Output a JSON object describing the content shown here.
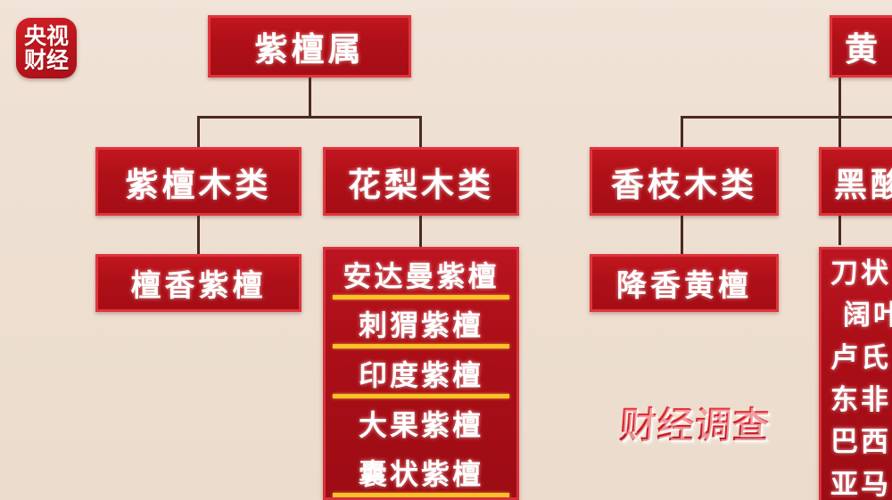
{
  "background_color": "#ecdccd",
  "box_color": "#b01018",
  "box_border_color": "#e0353c",
  "line_color": "#4a2a22",
  "highlight_color": "#f9c22a",
  "logo": {
    "name": "cctv-finance-logo",
    "line1": "央视",
    "line2": "财经"
  },
  "watermark": {
    "text": "财经调查"
  },
  "diagram": {
    "root_left": {
      "label": "紫檀属"
    },
    "root_right": {
      "label": "黄",
      "clipped": true
    },
    "row2": [
      {
        "label": "紫檀木类"
      },
      {
        "label": "花梨木类"
      },
      {
        "label": "香枝木类"
      },
      {
        "label": "黑酸",
        "clipped": true
      }
    ],
    "row3": [
      {
        "label": "檀香紫檀"
      },
      {
        "label": "降香黄檀"
      }
    ],
    "species_list_center": {
      "items": [
        {
          "label": "安达曼紫檀",
          "underlined": true
        },
        {
          "label": "刺猬紫檀",
          "underlined": true
        },
        {
          "label": "印度紫檀",
          "underlined": true
        },
        {
          "label": "大果紫檀",
          "underlined": false
        },
        {
          "label": "囊状紫檀",
          "underlined": true
        }
      ]
    },
    "species_list_right": {
      "clipped": true,
      "items": [
        {
          "label": "刀状"
        },
        {
          "label": "阔叶"
        },
        {
          "label": "卢氏"
        },
        {
          "label": "东非"
        },
        {
          "label": "巴西"
        },
        {
          "label": "亚马"
        }
      ]
    }
  }
}
